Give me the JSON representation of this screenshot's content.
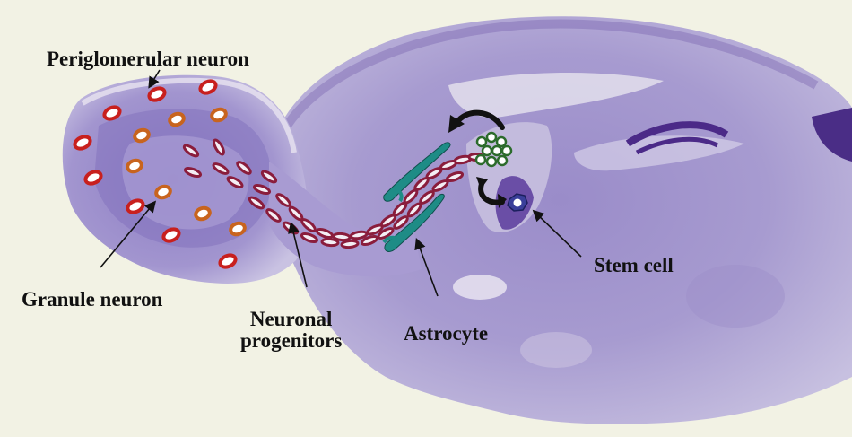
{
  "labels": {
    "periglomerular": "Periglomerular neuron",
    "granule": "Granule neuron",
    "progenitors_line1": "Neuronal",
    "progenitors_line2": "progenitors",
    "astrocyte": "Astrocyte",
    "stem_cell": "Stem cell"
  },
  "colors": {
    "background": "#f2f2e4",
    "tissue_light": "#b9b0d8",
    "tissue_mid": "#8f7fc4",
    "tissue_dark": "#5d3f98",
    "periglomerular_cell": "#c8201e",
    "granule_cell": "#c8641e",
    "progenitor_cell": "#8a1d3c",
    "astrocyte": "#1e8c86",
    "stem_cell": "#3a3f9a",
    "arrow": "#111111"
  }
}
